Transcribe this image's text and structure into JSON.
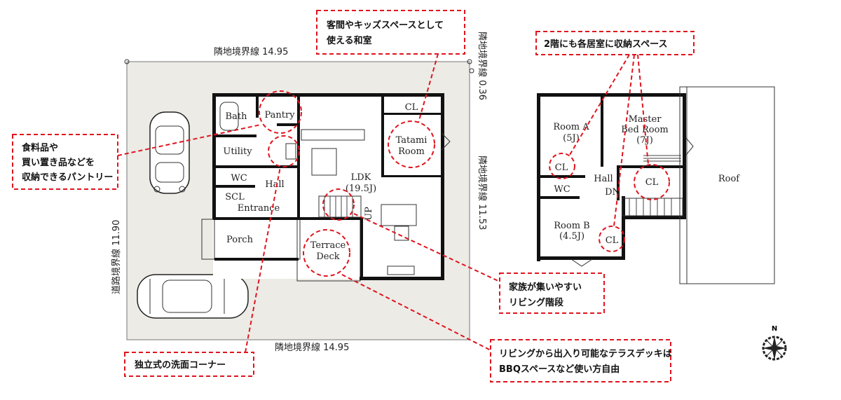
{
  "site": {
    "top_boundary": "隣地境界線 14.95",
    "bottom_boundary": "隣地境界線 14.95",
    "left_boundary": "道路境界線 11.90",
    "right_boundary_top": "隣地境界線 0.36",
    "right_boundary_main": "隣地境界線 11.53"
  },
  "floor1": {
    "rooms": {
      "bath": "Bath",
      "pantry": "Pantry",
      "utility": "Utility",
      "wc": "WC",
      "hall": "Hall",
      "scl": "SCL",
      "entrance": "Entrance",
      "porch": "Porch",
      "ldk": "LDK",
      "ldk_size": "(19.5J)",
      "cl": "CL",
      "tatami_1": "Tatami",
      "tatami_2": "Room",
      "terrace_1": "Terrace",
      "terrace_2": "Deck",
      "up": "UP"
    }
  },
  "floor2": {
    "rooms": {
      "room_a": "Room A",
      "room_a_size": "(5J)",
      "master_1": "Master",
      "master_2": "Bed Room",
      "master_size": "(7J)",
      "cl_a": "CL",
      "cl_master": "CL",
      "cl_b": "CL",
      "wc": "WC",
      "hall": "Hall",
      "dn": "DN",
      "room_b": "Room B",
      "room_b_size": "(4.5J)",
      "roof": "Roof"
    }
  },
  "compass": {
    "north": "N"
  },
  "callouts": {
    "tatami": [
      "客間やキッズスペースとして",
      "使える和室"
    ],
    "storage2f": [
      "2階にも各居室に収納スペース"
    ],
    "pantry": [
      "食料品や",
      "買い置き品などを",
      "収納できるパントリー"
    ],
    "stairs": [
      "家族が集いやすい",
      "リビング階段"
    ],
    "washroom": [
      "独立式の洗面コーナー"
    ],
    "terrace": [
      "リビングから出入り可能なテラスデッキは",
      "BBQスペースなど使い方自由"
    ]
  },
  "colors": {
    "accent": "#e0141e",
    "site": "#ecebe6"
  }
}
